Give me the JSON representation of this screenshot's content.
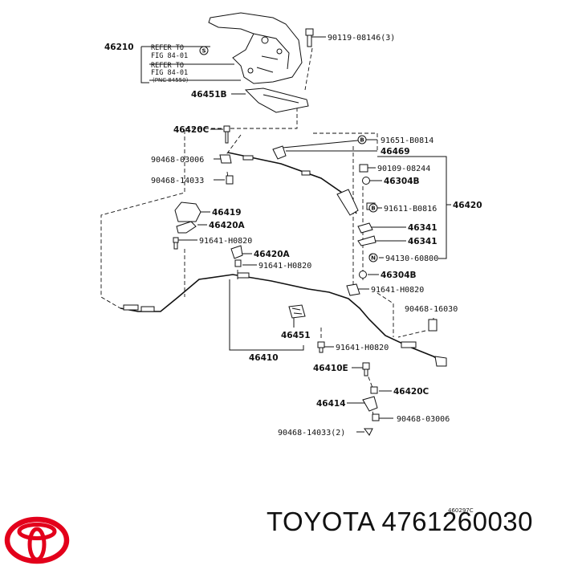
{
  "callouts": {
    "c46210": "46210",
    "ref1_a": "REFER TO",
    "ref1_b": "FIG 84-01",
    "ref2_a": "REFER TO",
    "ref2_b": "FIG 84-01",
    "ref2_c": "(PNC 84550)",
    "c90119": "90119-08146(3)",
    "c46451B": "46451B",
    "c46420C_top": "46420C",
    "c91651": "91651-B0814",
    "c46469": "46469",
    "c90468_03006_top": "90468-03006",
    "c90109": "90109-08244",
    "c46304B_top": "46304B",
    "c90468_14033_top": "90468-14033",
    "c46420": "46420",
    "c46419": "46419",
    "c91611": "91611-B0816",
    "c46420A_top": "46420A",
    "c46341_a": "46341",
    "c91641_left": "91641-H0820",
    "c46341_b": "46341",
    "c46420A_mid": "46420A",
    "c94130": "94130-60800",
    "c91641_mid": "91641-H0820",
    "c46304B_bot": "46304B",
    "c91641_right": "91641-H0820",
    "c90468_16030": "90468-16030",
    "c46451": "46451",
    "c91641_low": "91641-H0820",
    "c46410": "46410",
    "c46410E": "46410E",
    "c46420C_bot": "46420C",
    "c46414": "46414",
    "c90468_03006_bot": "90468-03006",
    "c90468_14033_bot": "90468-14033(2)",
    "figure_code": "460297C"
  },
  "marks": {
    "s": "S",
    "b1": "B",
    "b2": "B",
    "n": "N"
  },
  "footer": {
    "brand_text": "TOYOTA 4761260030"
  },
  "colors": {
    "logo": "#e3001b",
    "ink": "#111111"
  }
}
